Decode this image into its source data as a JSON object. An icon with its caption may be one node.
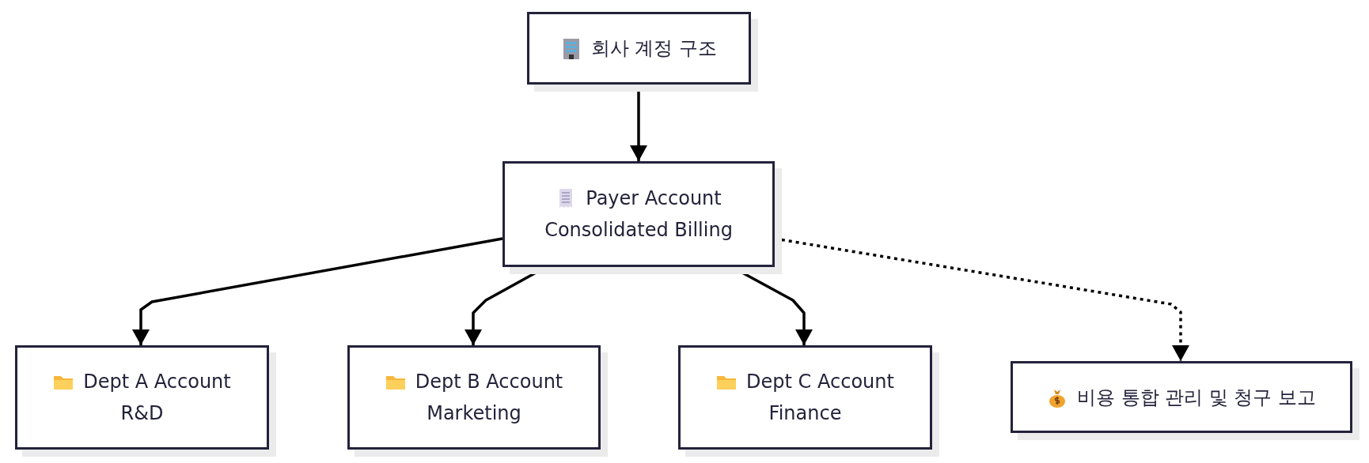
{
  "diagram": {
    "nodes": [
      {
        "text": [
          "회사 계정 구조"
        ]
      },
      {
        "text": [
          "Payer Account",
          "Consolidated Billing"
        ]
      },
      {
        "text": [
          "Dept A Account",
          "R&D"
        ]
      },
      {
        "text": [
          "Dept B Account",
          "Marketing"
        ]
      },
      {
        "text": [
          "Dept C Account",
          "Finance"
        ]
      },
      {
        "text": [
          "비용 통합 관리 및 청구 보고"
        ]
      }
    ],
    "edges": [
      {
        "from": 0,
        "to": 1,
        "arrow": "to"
      },
      {
        "from": 1,
        "to": 2,
        "arrow": "to"
      },
      {
        "from": 1,
        "to": 3,
        "arrow": "to"
      },
      {
        "from": 1,
        "to": 4,
        "arrow": "to"
      },
      {
        "from": 1,
        "to": 5,
        "arrow": "to",
        "style": "dashed"
      }
    ]
  }
}
